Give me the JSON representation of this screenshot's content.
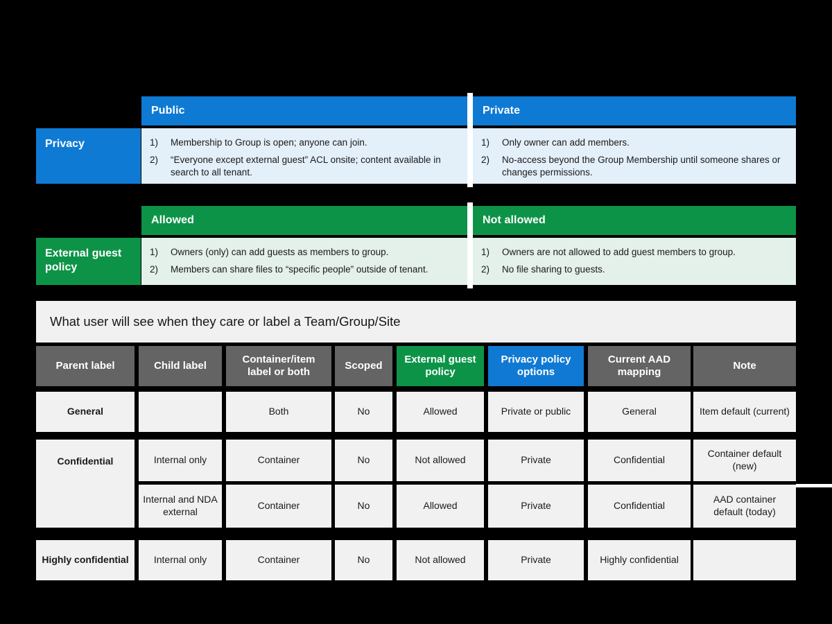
{
  "matrix": {
    "rows": [
      {
        "side_label": "Privacy",
        "accent": "#0F7AD4",
        "columns": [
          {
            "header": "Public",
            "items": [
              {
                "num": "1)",
                "text": "Membership to Group is open; anyone can join."
              },
              {
                "num": "2)",
                "text": "“Everyone except external guest” ACL onsite; content available in search to all tenant."
              }
            ]
          },
          {
            "header": "Private",
            "items": [
              {
                "num": "1)",
                "text": "Only owner can add members."
              },
              {
                "num": "2)",
                "text": "No-access beyond the Group Membership until someone shares or changes permissions."
              }
            ]
          }
        ]
      },
      {
        "side_label": "External guest policy",
        "accent": "#0D9347",
        "columns": [
          {
            "header": "Allowed",
            "items": [
              {
                "num": "1)",
                "text": "Owners (only) can add guests as members to group."
              },
              {
                "num": "2)",
                "text": "Members can share files to “specific people” outside of tenant."
              }
            ]
          },
          {
            "header": "Not allowed",
            "items": [
              {
                "num": "1)",
                "text": "Owners are not allowed to add guest members to group."
              },
              {
                "num": "2)",
                "text": "No file sharing to guests."
              }
            ]
          }
        ]
      }
    ]
  },
  "table": {
    "caption": "What user will see when they care or label a Team/Group/Site",
    "columns": [
      {
        "label": "Parent label",
        "accent": "#646464"
      },
      {
        "label": "Child label",
        "accent": "#646464"
      },
      {
        "label": "Container/item label or both",
        "accent": "#646464"
      },
      {
        "label": "Scoped",
        "accent": "#646464"
      },
      {
        "label": "External guest policy",
        "accent": "#0D9347"
      },
      {
        "label": "Privacy policy options",
        "accent": "#1079D3"
      },
      {
        "label": "Current AAD mapping",
        "accent": "#646464"
      },
      {
        "label": "Note",
        "accent": "#646464"
      }
    ],
    "rows": [
      {
        "parent_label": "General",
        "child_label": "",
        "container_item": "Both",
        "scoped": "No",
        "external_guest_policy": "Allowed",
        "privacy_policy_options": "Private or public",
        "current_aad_mapping": "General",
        "note": "Item default (current)"
      },
      {
        "parent_label": "Confidential",
        "child_label": "Internal only",
        "container_item": "Container",
        "scoped": "No",
        "external_guest_policy": "Not allowed",
        "privacy_policy_options": "Private",
        "current_aad_mapping": "Confidential",
        "note": "Container default (new)"
      },
      {
        "parent_label": "",
        "child_label": "Internal and NDA external",
        "container_item": "Container",
        "scoped": "No",
        "external_guest_policy": "Allowed",
        "privacy_policy_options": "Private",
        "current_aad_mapping": "Confidential",
        "note": "AAD container default (today)"
      },
      {
        "parent_label": "Highly confidential",
        "child_label": "Internal only",
        "container_item": "Container",
        "scoped": "No",
        "external_guest_policy": "Not allowed",
        "privacy_policy_options": "Private",
        "current_aad_mapping": "Highly confidential",
        "note": ""
      }
    ]
  }
}
